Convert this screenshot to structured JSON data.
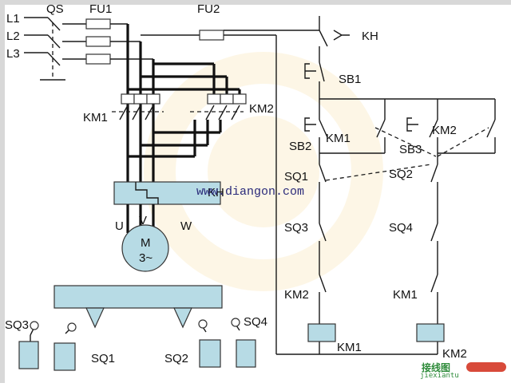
{
  "supply": {
    "switch": "QS",
    "phase1": "L1",
    "phase2": "L2",
    "phase3": "L3"
  },
  "fuses": {
    "main": "FU1",
    "control": "FU2"
  },
  "power": {
    "km1": "KM1",
    "km2": "KM2",
    "overload": "KH"
  },
  "motor": {
    "symbol": "M",
    "phase": "3~",
    "u": "U",
    "v": "V",
    "w": "W"
  },
  "control": {
    "overload_contact": "KH",
    "stop": "SB1",
    "fwd_start": "SB2",
    "fwd_hold": "KM1",
    "rev_start": "SB3",
    "rev_hold": "KM2",
    "left_sq1": "SQ1",
    "left_sq3": "SQ3",
    "left_interlock": "KM2",
    "left_coil": "KM1",
    "right_sq2": "SQ2",
    "right_sq4": "SQ4",
    "right_interlock": "KM1",
    "right_coil": "KM2"
  },
  "table": {
    "sq3": "SQ3",
    "sq1": "SQ1",
    "sq2": "SQ2",
    "sq4": "SQ4"
  },
  "watermark": "www.diangon.com",
  "brand": {
    "cn": "接线图",
    "en": "jiexiantu"
  },
  "colors": {
    "box_fill": "#b7dbe5",
    "line": "#1a1a1a",
    "watermark": "#2a2a7a",
    "brand": "#2e8b3a"
  }
}
